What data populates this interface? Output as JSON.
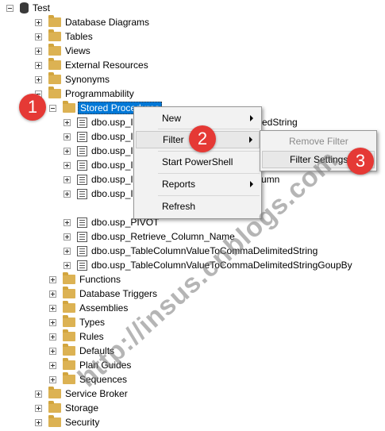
{
  "tree": {
    "root": "Test",
    "level1_top": [
      "Database Diagrams",
      "Tables",
      "Views",
      "External Resources",
      "Synonyms",
      "Programmability"
    ],
    "stored_procedures": "Stored Procedures",
    "procs": [
      "dbo.usp_I",
      "dbo.usp_I",
      "dbo.usp_I",
      "dbo.usp_I",
      "dbo.usp_I",
      "dbo.usp_I",
      "dbo.usp_PIVOT",
      "dbo.usp_Retrieve_Column_Name",
      "dbo.usp_TableColumnValueToCommaDelimitedString",
      "dbo.usp_TableColumnValueToCommaDelimitedStringGoupBy"
    ],
    "proc_tail_1": "edString",
    "proc_tail_4": "umn",
    "prog_children": [
      "Functions",
      "Database Triggers",
      "Assemblies",
      "Types",
      "Rules",
      "Defaults",
      "Plan Guides",
      "Sequences"
    ],
    "level1_bottom": [
      "Service Broker",
      "Storage",
      "Security"
    ]
  },
  "context_menu": {
    "items": [
      "New",
      "Filter",
      "Start PowerShell",
      "Reports",
      "Refresh"
    ]
  },
  "submenu": {
    "items": [
      "Remove Filter",
      "Filter Settings"
    ]
  },
  "badges": [
    "1",
    "2",
    "3"
  ],
  "watermark": "http://insus.cnblogs.com"
}
